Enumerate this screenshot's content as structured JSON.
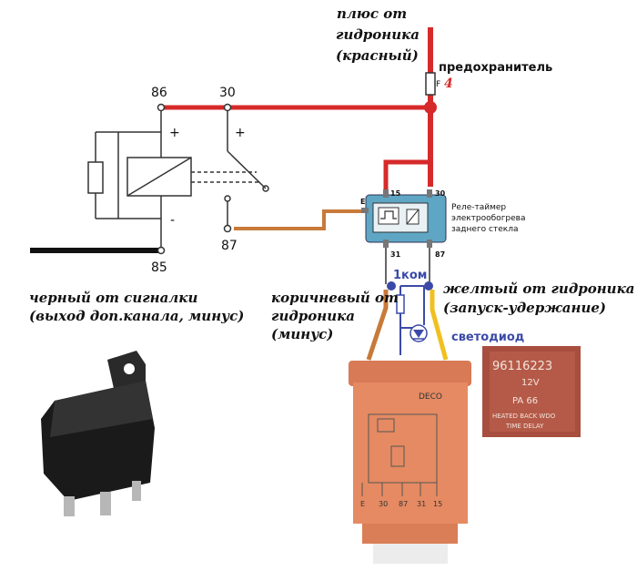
{
  "colors": {
    "positive_wire": "#d62a2a",
    "negative_wire": "#111111",
    "brown_wire": "#c87a3a",
    "yellow_wire": "#f0c020",
    "schematic": "#333333",
    "led_blue": "#3b4aa8",
    "relay_body": "#e0805a",
    "timer_box": "#4a8fb0"
  },
  "labels": {
    "plus_line1": "плюс от",
    "plus_line2": "гидроника",
    "plus_line3": "(красный)",
    "fuse": "предохранитель",
    "fuse_mark": "F",
    "fuse_num": "4",
    "pin86": "86",
    "pin30": "30",
    "pin87": "87",
    "pin85": "85",
    "plus_sign1": "+",
    "plus_sign2": "+",
    "minus_sign": "-",
    "black_line1": "черный от сигналки",
    "black_line2": "(выход доп.канала, минус)",
    "brown_line1": "коричневый от",
    "brown_line2": "гидроника",
    "brown_line3": "(минус)",
    "yellow_line1": "желтый от гидроника",
    "yellow_line2": "(запуск-удержание)",
    "resistor": "1ком",
    "led": "светодиод"
  },
  "timer": {
    "pin_e": "E",
    "pin15": "15",
    "pin30": "30",
    "pin31": "31",
    "pin87": "87",
    "desc1": "Реле-таймер",
    "desc2": "электрообогрева",
    "desc3": "заднего стекла"
  },
  "deco": {
    "brand": "DECO",
    "pins": [
      "E",
      "30",
      "87",
      "31",
      "15"
    ]
  },
  "part_label": {
    "number": "96116223",
    "voltage": "12V",
    "code": "PA  66",
    "line1": "HEATED BACK WDO",
    "line2": "TIME DELAY"
  }
}
